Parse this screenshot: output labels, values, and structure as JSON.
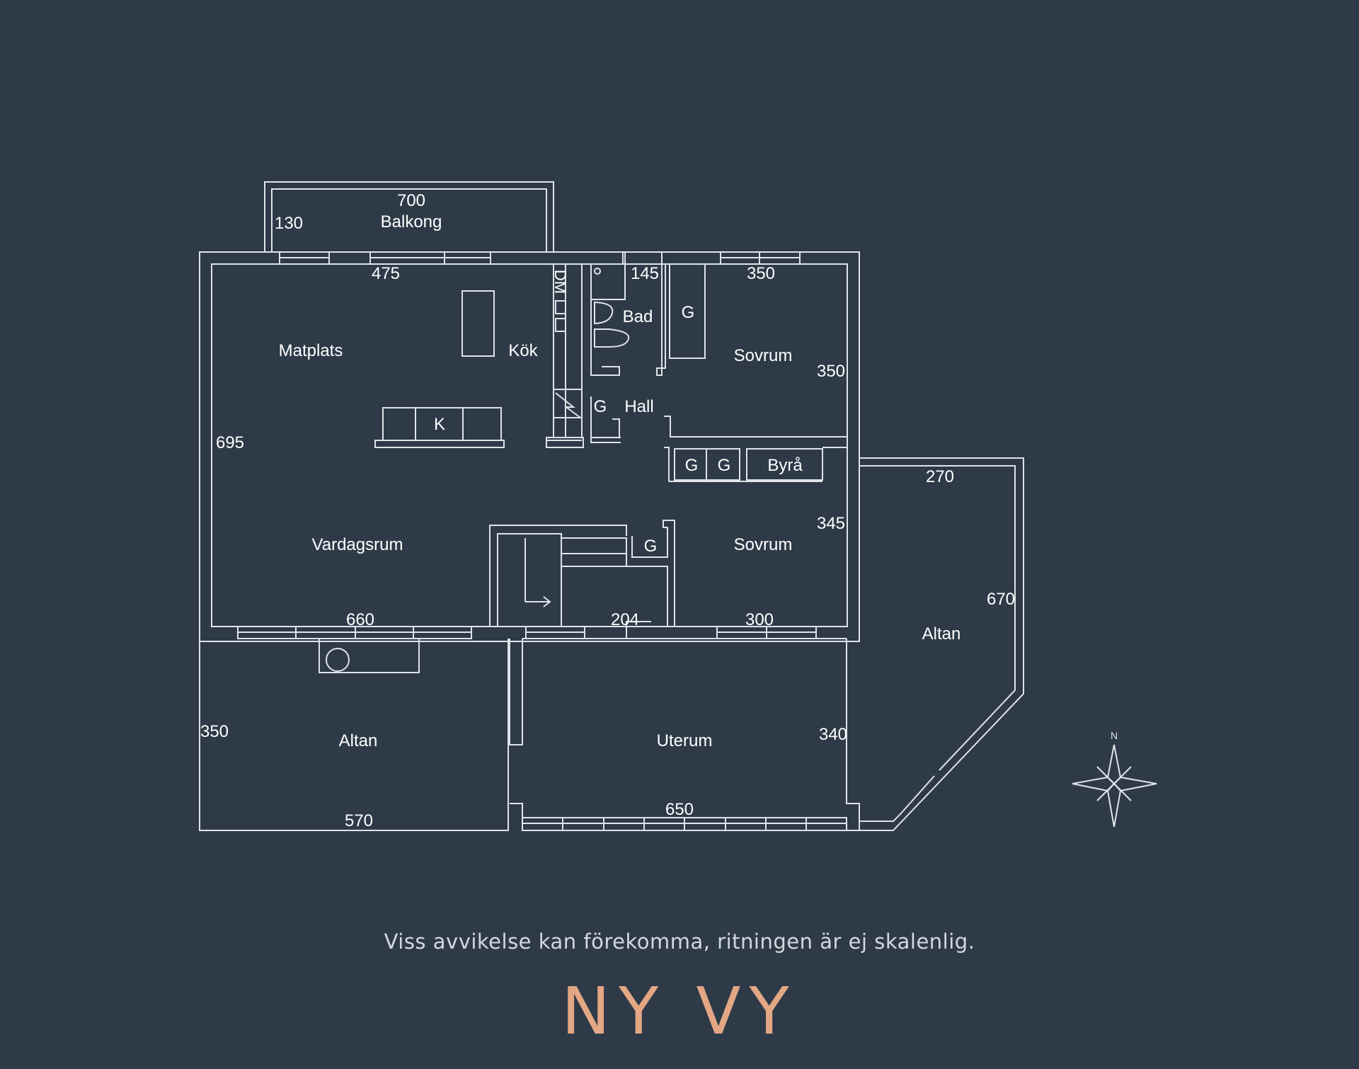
{
  "rooms": {
    "balkong": "Balkong",
    "matplats": "Matplats",
    "kok": "Kök",
    "bad": "Bad",
    "hall": "Hall",
    "sovrum_1": "Sovrum",
    "sovrum_2": "Sovrum",
    "vardagsrum": "Vardagsrum",
    "altan_left": "Altan",
    "altan_right": "Altan",
    "uterum": "Uterum"
  },
  "fixtures": {
    "dm": "DM",
    "k": "K",
    "g": "G",
    "byra": "Byrå"
  },
  "dimensions": {
    "balkong_width": "700",
    "balkong_depth": "130",
    "matplats_width": "475",
    "bad_width": "145",
    "sovrum_1_width": "350",
    "sovrum_1_depth": "350",
    "living_depth": "695",
    "sovrum_2_depth": "345",
    "vardagsrum_width": "660",
    "hall_width": "204",
    "sovrum_2_width": "300",
    "altan_right_width": "270",
    "altan_right_depth": "670",
    "altan_left_depth": "350",
    "altan_left_width": "570",
    "uterum_depth": "340",
    "uterum_width": "650"
  },
  "footer": {
    "disclaimer": "Viss avvikelse kan förekomma, ritningen är ej skalenlig.",
    "logo": "NY VY"
  },
  "colors": {
    "background": "#2e3a48",
    "lines": "#dfe3e8",
    "text": "#ffffff",
    "logo": "#e3a784"
  },
  "icons": {
    "compass": "compass-rose-icon",
    "stairs": "stairs-arrow-icon",
    "fireplace": "fireplace-icon"
  }
}
